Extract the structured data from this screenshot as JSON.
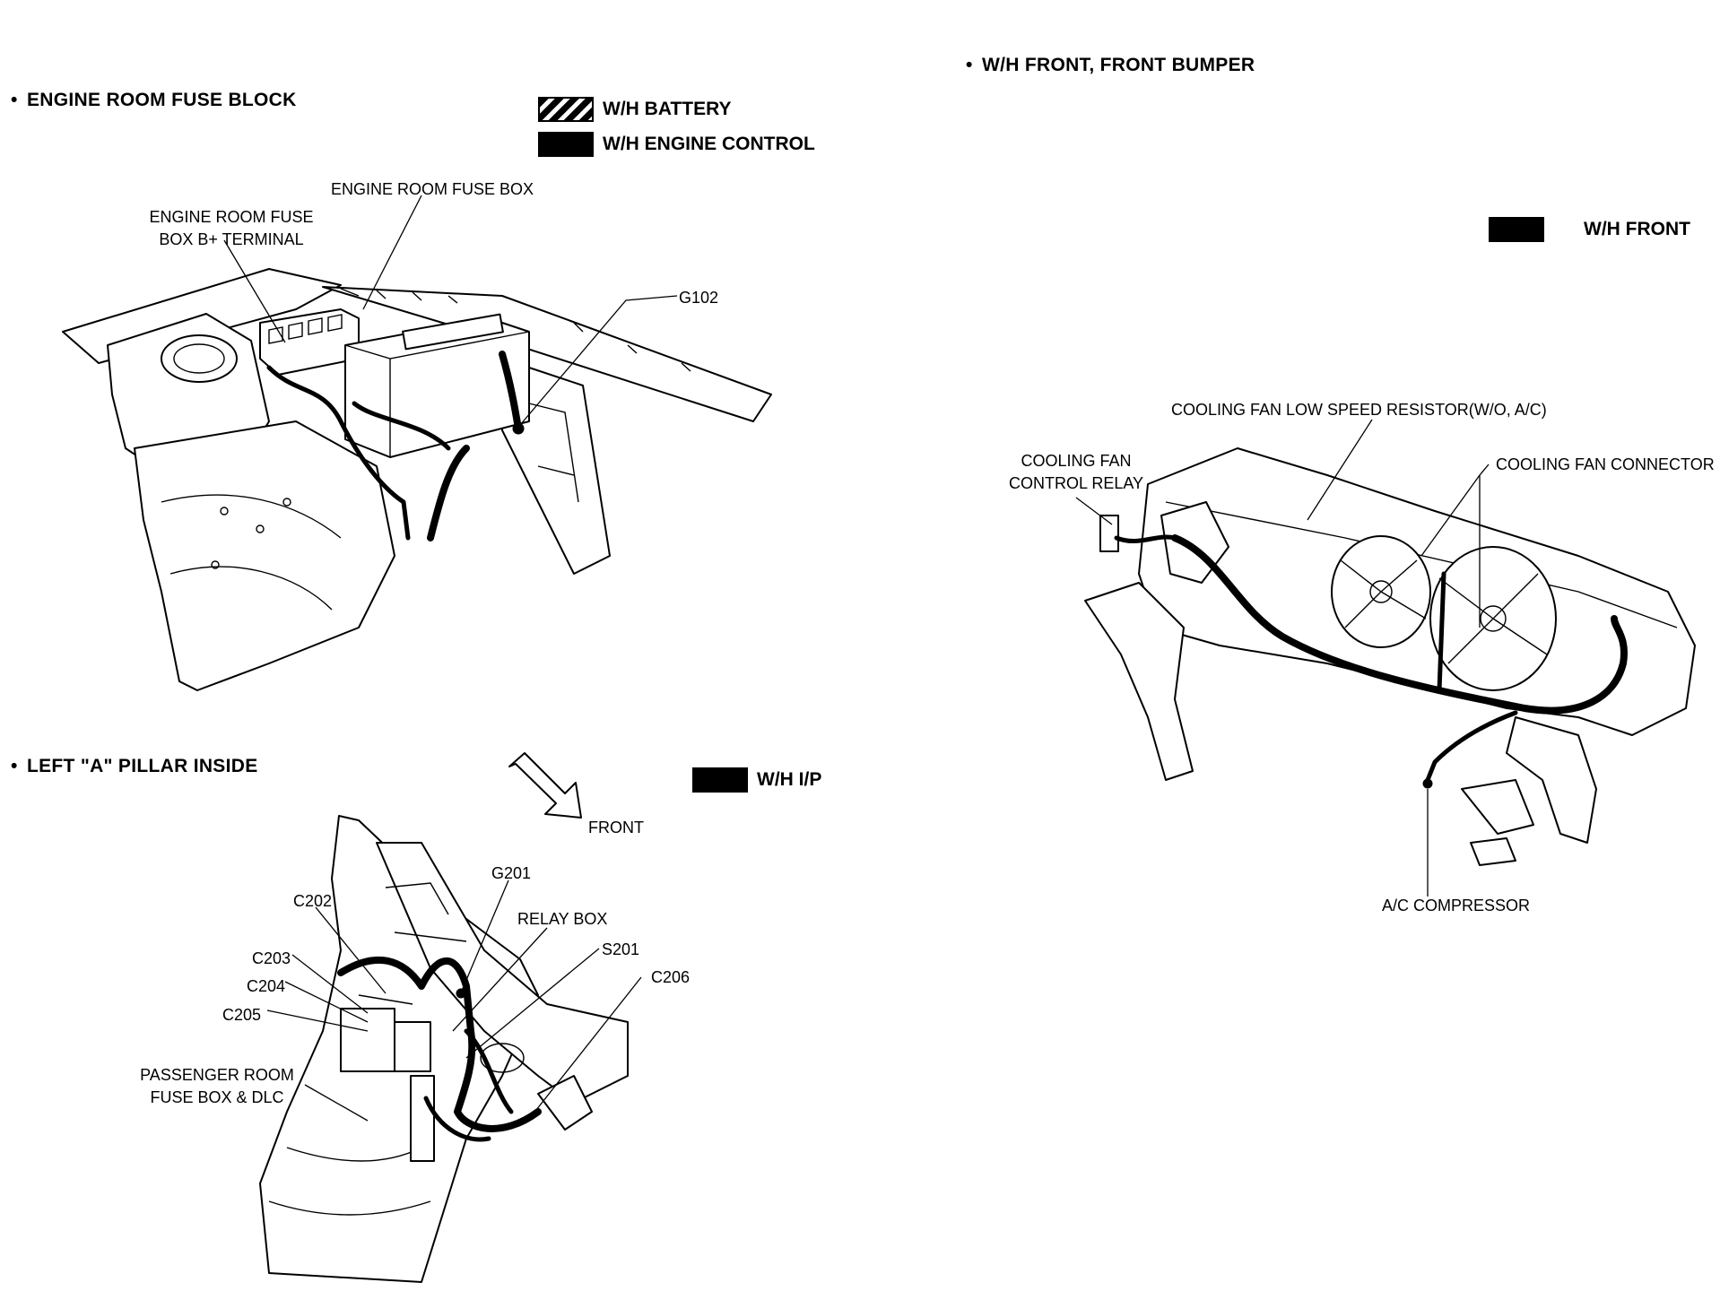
{
  "sections": {
    "engine_room": {
      "title": "ENGINE ROOM FUSE BLOCK",
      "legend": [
        {
          "label": "W/H BATTERY",
          "style": "hatched"
        },
        {
          "label": "W/H ENGINE CONTROL",
          "style": "solid"
        }
      ],
      "callouts": {
        "fuse_box": "ENGINE ROOM FUSE BOX",
        "b_terminal_line1": "ENGINE ROOM FUSE",
        "b_terminal_line2": "BOX B+ TERMINAL",
        "g102": "G102"
      }
    },
    "a_pillar": {
      "title": "LEFT \"A\" PILLAR INSIDE",
      "legend": [
        {
          "label": "W/H I/P",
          "style": "solid"
        }
      ],
      "front_arrow": "FRONT",
      "callouts": {
        "c202": "C202",
        "c203": "C203",
        "c204": "C204",
        "c205": "C205",
        "g201": "G201",
        "relay_box": "RELAY BOX",
        "s201": "S201",
        "c206": "C206",
        "passenger_line1": "PASSENGER ROOM",
        "passenger_line2": "FUSE BOX & DLC"
      }
    },
    "front_bumper": {
      "title": "W/H FRONT, FRONT BUMPER",
      "legend": [
        {
          "label": "W/H FRONT",
          "style": "solid"
        }
      ],
      "callouts": {
        "resistor": "COOLING FAN LOW SPEED RESISTOR(W/O, A/C)",
        "relay_line1": "COOLING FAN",
        "relay_line2": "CONTROL RELAY",
        "fan_connector": "COOLING FAN CONNECTOR",
        "ac_compressor": "A/C COMPRESSOR"
      }
    }
  },
  "bullet": "•"
}
